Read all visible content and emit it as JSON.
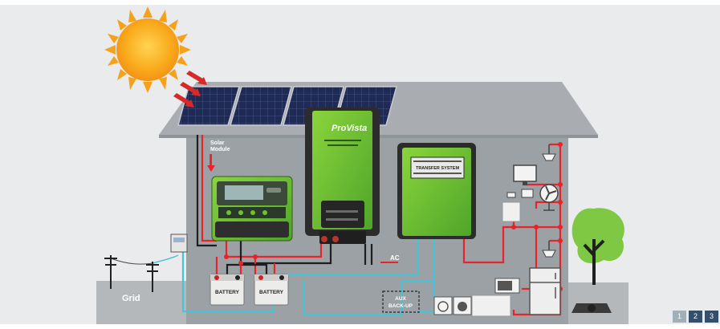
{
  "labels": {
    "solar_module": [
      "Solar",
      "Module"
    ],
    "grid": "Grid",
    "battery_1": "BATTERY",
    "battery_2": "BATTERY",
    "ac": "AC",
    "aux_backup": [
      "AUX",
      "BACK-UP"
    ]
  },
  "devices": {
    "inverter_brand": "ProVista",
    "transfer_system": "TRANSFER SYSTEM"
  },
  "pagination": [
    "1",
    "2",
    "3"
  ],
  "pagination_active": "1",
  "colors": {
    "sky": "#e9ebed",
    "house_wall": "#9aa0a5",
    "roof": "#a7abaf",
    "device_green": "#6cc32e",
    "wire_red": "#e8242a",
    "wire_cyan": "#48c3d3",
    "wire_black": "#222222",
    "sun": "#f7a51c",
    "tree": "#7fc843"
  },
  "icons": [
    "sun-icon",
    "solar-panel-icon",
    "grid-pylon-icon",
    "meter-icon",
    "battery-icon",
    "monitor-icon",
    "fan-icon",
    "fridge-icon",
    "lamp-icon",
    "washing-machine-icon",
    "microwave-icon",
    "generator-icon",
    "tree-icon"
  ]
}
